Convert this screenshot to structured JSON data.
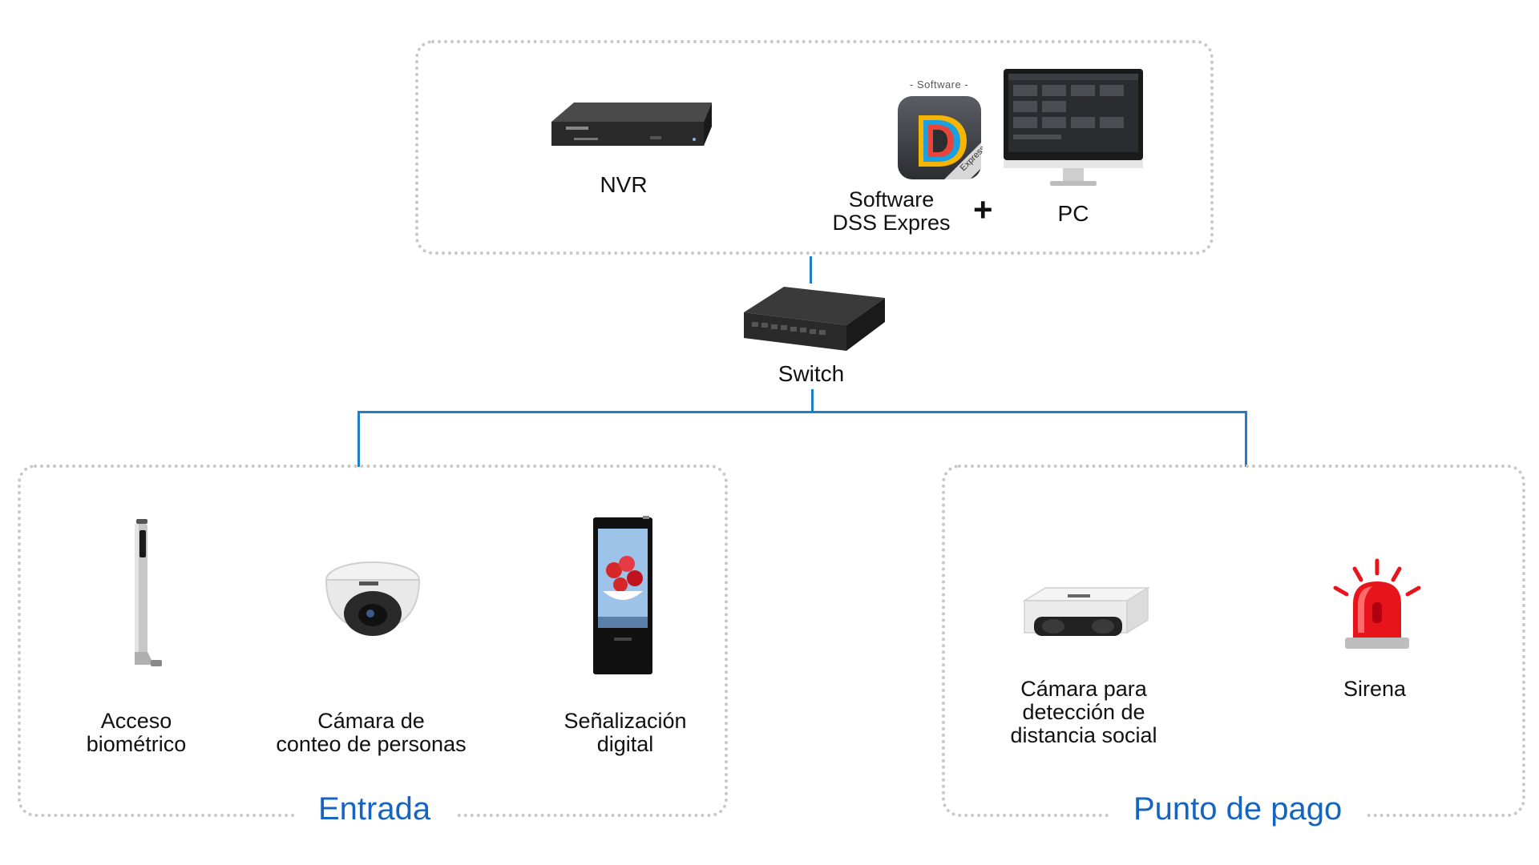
{
  "top_group": {
    "nvr": {
      "label": "NVR",
      "icon": "nvr-recorder-icon"
    },
    "software": {
      "tagline": "- Software -",
      "badge_text": "Express",
      "lines": [
        "Software",
        "DSS Expres"
      ],
      "icon": "dss-express-app-icon"
    },
    "plus": "+",
    "pc": {
      "label": "PC",
      "icon": "pc-monitor-icon"
    }
  },
  "switch": {
    "label": "Switch",
    "icon": "network-switch-icon"
  },
  "entrance_group": {
    "title": "Entrada",
    "devices": [
      {
        "lines": [
          "Acceso",
          "biométrico"
        ],
        "icon": "biometric-access-terminal-icon"
      },
      {
        "lines": [
          "Cámara de",
          "conteo de personas"
        ],
        "icon": "dome-camera-icon"
      },
      {
        "lines": [
          "Señalización",
          "digital"
        ],
        "icon": "digital-signage-kiosk-icon"
      }
    ]
  },
  "checkout_group": {
    "title": "Punto de pago",
    "devices": [
      {
        "lines": [
          "Cámara para",
          "detección de",
          "distancia social"
        ],
        "icon": "dual-lens-camera-icon"
      },
      {
        "lines": [
          "Sirena"
        ],
        "icon": "siren-icon"
      }
    ]
  },
  "colors": {
    "accent": "#1565c0",
    "connector": "#1e7ec8",
    "box_border": "#c8c8c8",
    "siren_red": "#e8141c"
  }
}
